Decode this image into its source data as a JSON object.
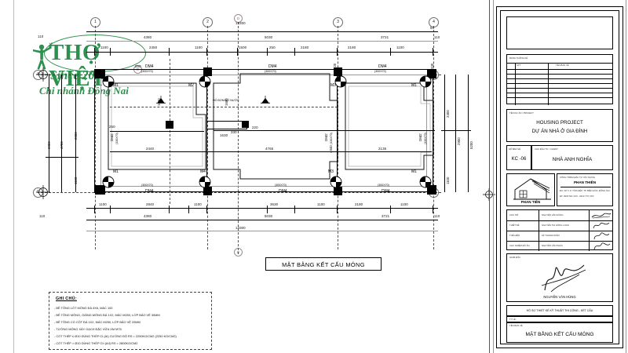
{
  "drawing": {
    "plan_title": "MẶT BẰNG  KẾT CẤU MÓNG",
    "sheet_bg": "#ffffff",
    "line_color": "#000000",
    "logo_color": "#2f8f4e"
  },
  "logo": {
    "brand": "THỢ VIỆT",
    "since": "Since 2011",
    "branch": "Chi nhánh Đồng Nai"
  },
  "grid": {
    "top_bubbles": [
      "1",
      "2",
      "3",
      "4"
    ],
    "left_bubbles": [
      "A",
      "C"
    ],
    "small_bubbles": [
      "B",
      "D"
    ],
    "letter_d": "D"
  },
  "dimensions": {
    "overall_top": "13300",
    "overall_bottom": "13300",
    "top_chain_1": [
      "1100",
      "2450",
      "1100",
      "1500",
      "250"
    ],
    "top_chain_2": [
      "4380",
      "5030",
      "3721",
      "110"
    ],
    "top_small_left": "110",
    "top_small_right": "50",
    "bottom_chain_1": [
      "1100",
      "2840",
      "1100",
      "3630",
      "1100",
      "2180",
      "1100"
    ],
    "bottom_chain_2": [
      "4380",
      "5030",
      "3721"
    ],
    "bottom_small_left": "110",
    "bottom_small_right": "110",
    "left_chain_outer": "3900",
    "left_chain_mid": "4700",
    "left_chain_inner": [
      "2900",
      "1100"
    ],
    "right_chain_outer": "5200",
    "right_chain_mid": "2900",
    "right_chain_inner": [
      "2300",
      "1100"
    ],
    "interior": [
      "1630",
      "1630",
      "1680",
      "4765",
      "4940",
      "2135",
      "2440",
      "2680",
      "2180",
      "330",
      "250",
      "220",
      "120"
    ]
  },
  "labels": {
    "footings": [
      "M1",
      "M2",
      "M1",
      "M3",
      "M1",
      "M4",
      "M3",
      "M1"
    ],
    "beams": [
      "DM4",
      "DM4",
      "DM4",
      "DM4",
      "DM2",
      "DM2",
      "DM2",
      "DM2"
    ],
    "beam_size_4": "(300X70)",
    "beam_size_2": "(330X70)",
    "pit_note": "HỐ BƠM/HỐ NƯỚC"
  },
  "notes": {
    "header": "GHI CHÚ:",
    "lines": [
      "- BÊ TÔNG LÓT MÓNG ĐÁ 4X6, MÁC 100",
      "- BÊ TÔNG MÓNG, GIẰNG MÓNG ĐÁ 1X2, MÁC M250, LỚP BẢO VỆ 30MM",
      "- BÊ TÔNG CỔ CỘT ĐÁ 1X2, MÁC M250, LỚP BẢO VỆ 20MM",
      "- TƯỜNG MÓNG XÂY GẠCH ĐẶC VỮA XM M75.",
      "- CỐT THÉP ≤ Ø10 DÙNG THÉP CI (AI) CƯỜNG ĐỘ RS = 2250KG/CM2 (2250 KG/CM2)",
      "- CỐT THÉP > Ø10 DÙNG THÉP CII (AII) RS = 2800KG/CM2"
    ]
  },
  "title_block": {
    "table_header": "BẢNG THỐNG KÊ",
    "table_cols": [
      "STT",
      "TÊN BẢN VẼ",
      "GHI CHÚ"
    ],
    "table_rows": [
      "",
      "",
      "",
      "",
      "",
      "",
      "",
      ""
    ],
    "project_caption": "TÊN DỰ ÁN / PROJECT",
    "project_en": "HOUSING PROJECT",
    "project_vi": "DỰ ÁN NHÀ Ở GIA ĐÌNH",
    "drawing_no_caption": "SỐ BẢN VẼ",
    "drawing_no": "KC -06",
    "owner_caption": "CHỦ ĐẦU TƯ / CLIENT",
    "owner": "NHÀ ANH NGHĨA",
    "company_caption": "CÔNG TRÌNH ĐẦU TƯ XÂY DỰNG",
    "company_name": "PHAN THIÊN",
    "company_addr": "ĐC: KP 3, P. TÂN HIỆP, TP. BIÊN HÒA, ĐỒNG NAI",
    "company_tel": "ĐT: 0918 521 4XX - 0913 77X XXX",
    "stamp_text": "PHAN TIÊN",
    "roles": [
      {
        "role": "CHỦ TRÌ",
        "name": "NGUYỄN VĂN HÙNG"
      },
      {
        "role": "THIẾT KẾ",
        "name": "NGUYỄN THỊ HỒNG LOAN"
      },
      {
        "role": "THỂ HIỆN",
        "name": "LÊ THANH NGÂN"
      },
      {
        "role": "CHỦ NHIỆM ĐỒ ÁN",
        "name": "NGUYỄN VĂN PHÚC"
      }
    ],
    "sign_caption": "GIÁM ĐỐC",
    "sign_name": "NGUYỄN VĂN HÙNG",
    "sheet_name_caption": "TÊN BẢN VẼ",
    "scale_caption": "TỶ LỆ:",
    "sheet_title": "MẶT BẰNG KẾT CẤU MÓNG",
    "footer_note": "HỒ SƠ THIẾT KẾ KỸ THUẬT THI CÔNG - KẾT CẤU"
  }
}
